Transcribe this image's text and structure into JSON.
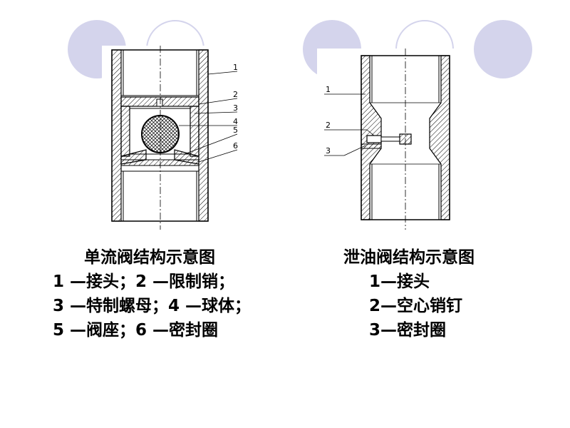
{
  "colors": {
    "decor": "#d4d4ec",
    "hatch": "#000000"
  },
  "left_diagram": {
    "callouts": [
      "1",
      "2",
      "3",
      "4",
      "5",
      "6"
    ],
    "caption": {
      "title": "单流阀结构示意图",
      "lines": [
        "1 —接头；2 —限制销；",
        "3 —特制螺母；4 —球体；",
        "5 —阀座；6 —密封圈"
      ]
    }
  },
  "right_diagram": {
    "callouts": [
      "1",
      "2",
      "3"
    ],
    "caption": {
      "title": "泄油阀结构示意图",
      "lines": [
        "1—接头",
        "2—空心销钉",
        "3—密封圈"
      ]
    }
  }
}
